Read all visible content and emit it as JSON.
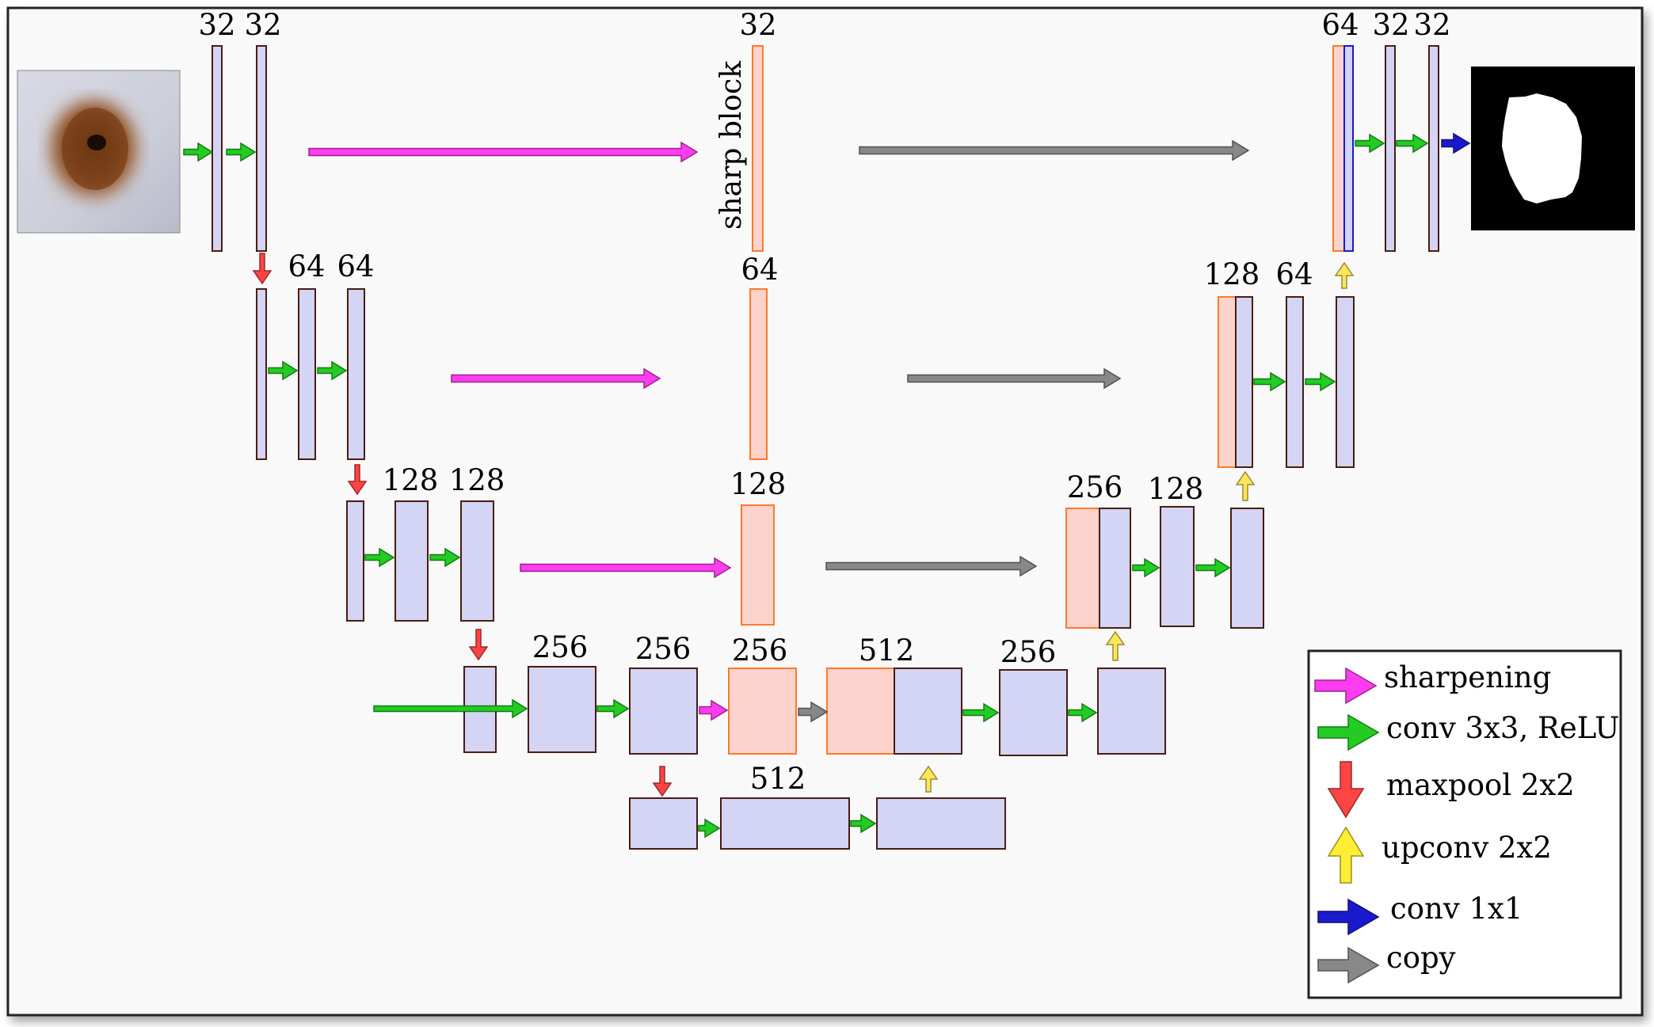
{
  "input_image": {
    "description_name": "skin-lesion-input"
  },
  "output_image": {
    "description_name": "segmentation-mask-output"
  },
  "labels": {
    "l1_conv1": "32",
    "l1_conv2": "32",
    "l1_sharp": "32",
    "l1_dec_concat": "64",
    "l1_dec_conv1": "32",
    "l1_dec_conv2": "32",
    "l2_conv1": "64",
    "l2_conv2": "64",
    "l2_sharp": "64",
    "l2_dec_concat": "128",
    "l2_dec_conv": "64",
    "l3_conv1": "128",
    "l3_conv2": "128",
    "l3_sharp": "128",
    "l3_dec_concat": "256",
    "l3_dec_conv": "128",
    "l4_conv1": "256",
    "l4_conv2": "256",
    "l4_sharp": "256",
    "l4_dec_concat": "512",
    "l4_dec_conv": "256",
    "l5_conv": "512"
  },
  "sharp_block_label": "sharp block",
  "legend": {
    "items": [
      {
        "label": "sharpening",
        "color": "#ff3cf0"
      },
      {
        "label": "conv 3x3, ReLU",
        "color": "#22cc22"
      },
      {
        "label": "maxpool 2x2",
        "color": "#ff4444"
      },
      {
        "label": "upconv 2x2",
        "color": "#ffee33"
      },
      {
        "label": "conv 1x1",
        "color": "#1a1acc"
      },
      {
        "label": "copy",
        "color": "#888888"
      }
    ]
  },
  "colors": {
    "feature_map_fill": "#d4d4f5",
    "feature_map_border": "#4a1c12",
    "sharp_fill": "#fcd2cc",
    "sharp_border": "#ff7a2a",
    "background": "#f9f9f9",
    "frame": "#222222"
  }
}
